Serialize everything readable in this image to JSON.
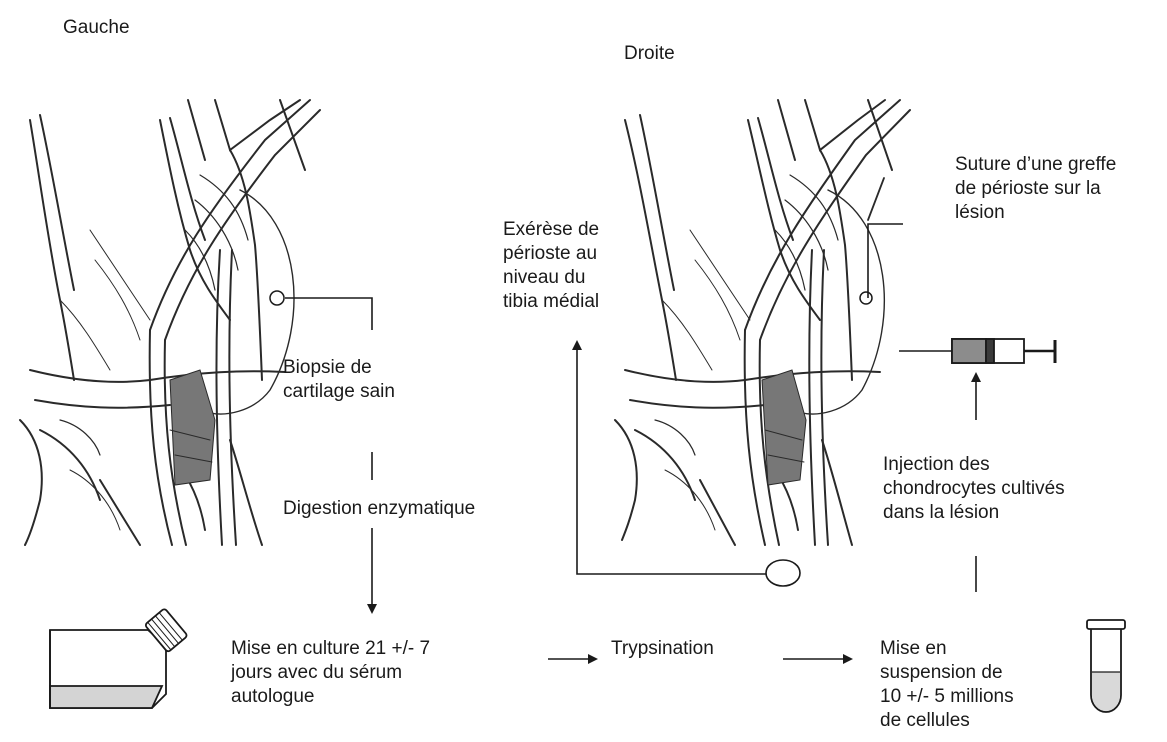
{
  "panels": {
    "left_title": "Gauche",
    "right_title": "Droite"
  },
  "steps": {
    "biopsy": "Biopsie de\ncartilage sain",
    "digestion": "Digestion enzymatique",
    "culture": "Mise en culture 21 +/- 7\njours avec du sérum\nautologue",
    "trypsination": "Trypsination",
    "suspension": "Mise en\nsuspension de\n10 +/- 5 millions\nde cellules",
    "injection": "Injection des\nchondrocytes cultivés\ndans la lésion",
    "periosteum_harvest": "Exérèse de\npérioste au\nniveau du\ntibia médial",
    "periosteum_suture": "Suture d’une greffe\nde périoste sur la\nlésion"
  },
  "icons": {
    "left_knee": "knee-illustration",
    "right_knee": "knee-illustration",
    "flask": "culture-flask-icon",
    "tube": "test-tube-icon",
    "syringe": "syringe-icon"
  },
  "colors": {
    "line": "#1a1a1a",
    "medium": "#6e6e6e",
    "flask_fill": "#d4d4d4",
    "tube_fill": "#d9d9d9",
    "syringe_fill": "#8c8c8c"
  }
}
